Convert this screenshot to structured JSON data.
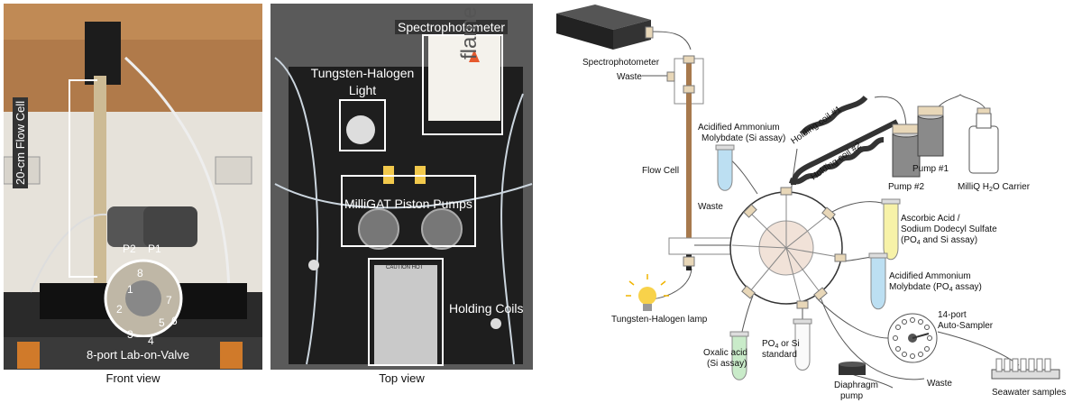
{
  "photos": {
    "front": {
      "caption": "Front view",
      "labels": {
        "flow_cell": "20-cm Flow Cell",
        "lab_on_valve": "8-port Lab-on-Valve",
        "p2": "P2",
        "p1": "P1",
        "port_numbers": [
          "8",
          "1",
          "7",
          "2",
          "6",
          "5",
          "3",
          "4"
        ]
      }
    },
    "top": {
      "caption": "Top view",
      "labels": {
        "spectrophotometer": "Spectrophotometer",
        "flame": "flame",
        "light": "Tungsten-Halogen Light",
        "pumps": "MilliGAT Piston Pumps",
        "coils": "Holding Coils",
        "caution": "CAUTION HOT"
      }
    }
  },
  "schematic": {
    "spectrophotometer": "Spectrophotometer",
    "waste_top": "Waste",
    "flow_cell": "Flow Cell",
    "waste_left": "Waste",
    "lamp": "Tungsten-Halogen lamp",
    "molybdate_si": [
      "Acidified Ammonium",
      "Molybdate (Si assay)"
    ],
    "holding_coil_1": "Holding coil #1",
    "holding_coil_2": "Holding coil #2",
    "pump_2": "Pump #2",
    "pump_1": "Pump #1",
    "carrier_prefix": "MilliQ H",
    "carrier_sub": "2",
    "carrier_suffix": "O Carrier",
    "ascorbic": {
      "line1": "Ascorbic Acid /",
      "line2": "Sodium Dodecyl Sulfate",
      "line3_open": "(PO",
      "line3_sub": "4",
      "line3_rest": " and Si assay)"
    },
    "molybdate_po4": {
      "line1": "Acidified Ammonium",
      "line2_pre": "Molybdate (PO",
      "line2_sub": "4",
      "line2_rest": " assay)"
    },
    "autosampler": [
      "14-port",
      "Auto-Sampler"
    ],
    "oxalic": [
      "Oxalic acid",
      "(Si assay)"
    ],
    "standard": {
      "line1_pre": "PO",
      "line1_sub": "4",
      "line1_rest": " or Si",
      "line2": "standard"
    },
    "diaphragm": [
      "Diaphragm",
      "pump"
    ],
    "waste_bottom": "Waste",
    "seawater": "Seawater samples"
  },
  "colors": {
    "blue_reagent": "#bcdff2",
    "yellow_reagent": "#f7f2a8",
    "green_reagent": "#c9ebc9",
    "valve_fill": "#f1e2d8",
    "flow_cell": "#a7794d",
    "fitting": "#e8d7b8"
  }
}
